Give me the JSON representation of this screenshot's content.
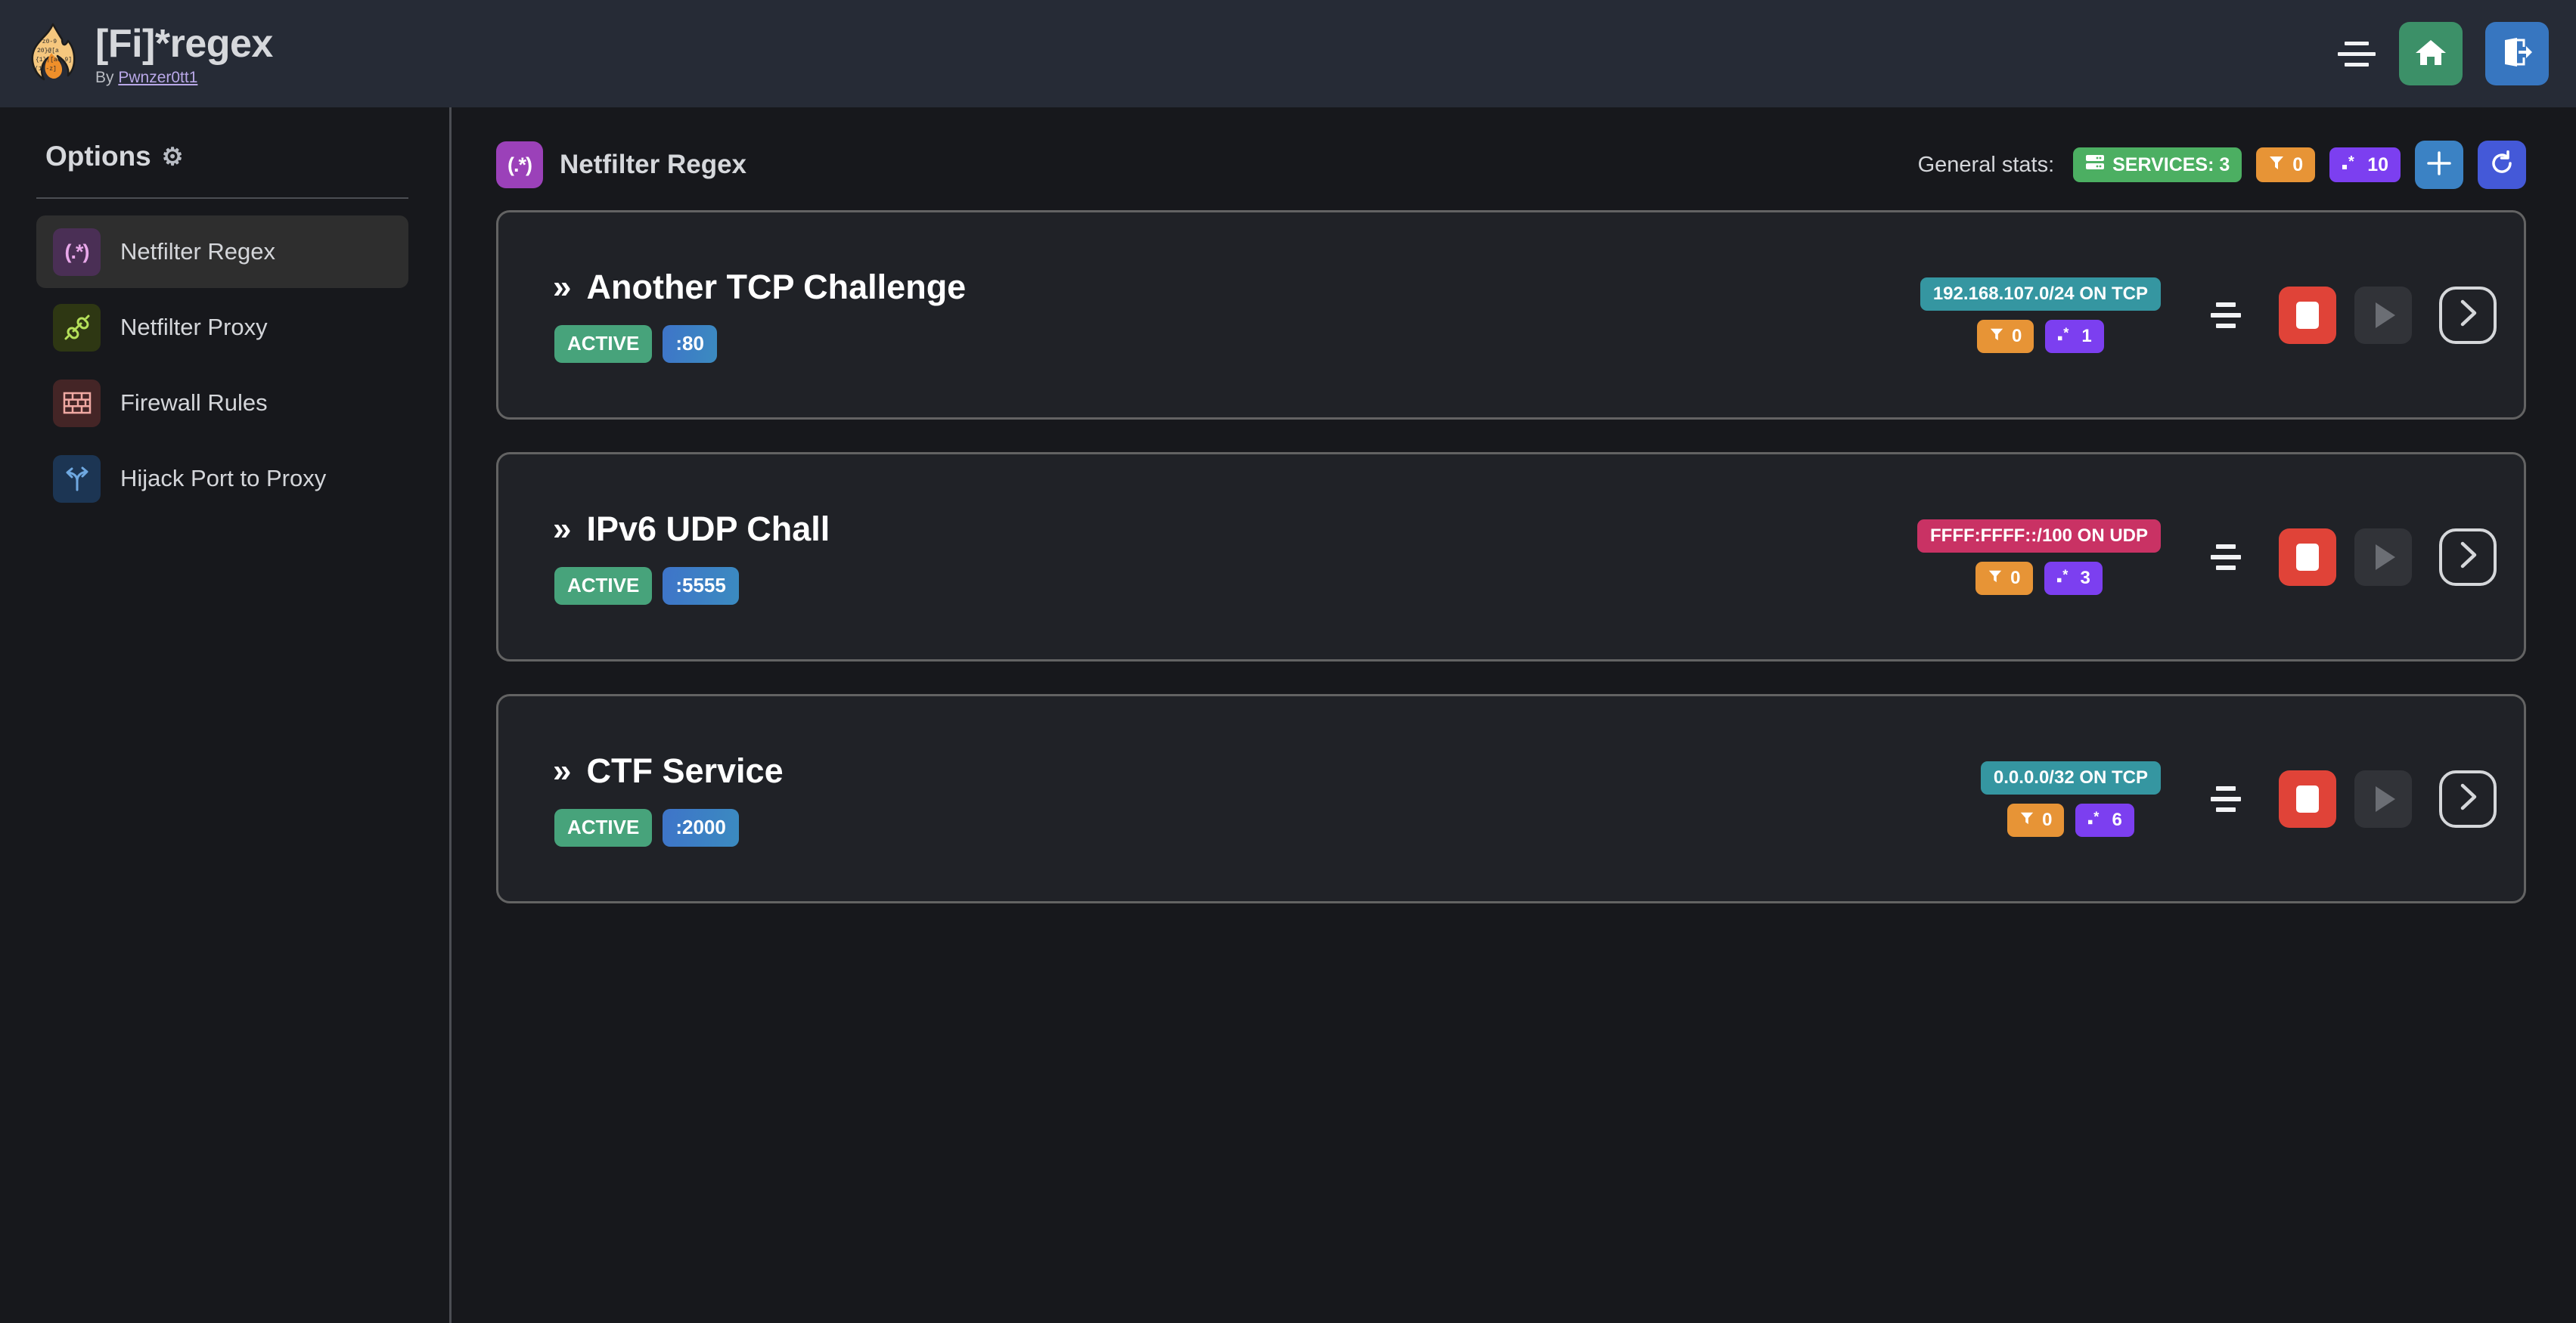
{
  "header": {
    "title": "[Fi]*regex",
    "by_prefix": "By ",
    "author": "Pwnzer0tt1",
    "logo_icon": "flame-logo",
    "menu_icon": "hamburger-icon",
    "home_icon": "home-icon",
    "logout_icon": "logout-icon"
  },
  "sidebar": {
    "heading": "Options",
    "gear_icon": "⚙",
    "items": [
      {
        "label": "Netfilter Regex",
        "icon": "regex-icon",
        "glyph": "(.*)",
        "active": true
      },
      {
        "label": "Netfilter Proxy",
        "icon": "plug-icon",
        "glyph": "",
        "active": false
      },
      {
        "label": "Firewall Rules",
        "icon": "brick-wall-icon",
        "glyph": "",
        "active": false
      },
      {
        "label": "Hijack Port to Proxy",
        "icon": "branch-arrow-icon",
        "glyph": "",
        "active": false
      }
    ]
  },
  "main": {
    "page_title": "Netfilter Regex",
    "page_title_glyph": "(.*)",
    "stats_label": "General stats:",
    "stats": {
      "services_label": "SERVICES: 3",
      "services_icon": "server-icon",
      "filters_count": "0",
      "filters_icon": "funnel-icon",
      "regex_count": "10",
      "regex_icon": "regex-dot-star-icon"
    },
    "add_button_icon": "plus-icon",
    "refresh_button_icon": "refresh-icon"
  },
  "services": [
    {
      "name": "Another TCP Challenge",
      "chevron": "»",
      "status": "ACTIVE",
      "port": ":80",
      "network": "192.168.107.0/24 ON TCP",
      "network_proto": "tcp",
      "filters_count": "0",
      "regex_count": "1",
      "settings_icon": "settings-lines-icon",
      "stop_icon": "stop-icon",
      "play_icon": "play-icon",
      "details_icon": "chevron-right-icon"
    },
    {
      "name": "IPv6 UDP Chall",
      "chevron": "»",
      "status": "ACTIVE",
      "port": ":5555",
      "network": "FFFF:FFFF::/100 ON UDP",
      "network_proto": "udp",
      "filters_count": "0",
      "regex_count": "3",
      "settings_icon": "settings-lines-icon",
      "stop_icon": "stop-icon",
      "play_icon": "play-icon",
      "details_icon": "chevron-right-icon"
    },
    {
      "name": "CTF Service",
      "chevron": "»",
      "status": "ACTIVE",
      "port": ":2000",
      "network": "0.0.0.0/32 ON TCP",
      "network_proto": "tcp",
      "filters_count": "0",
      "regex_count": "6",
      "settings_icon": "settings-lines-icon",
      "stop_icon": "stop-icon",
      "play_icon": "play-icon",
      "details_icon": "chevron-right-icon"
    }
  ],
  "colors": {
    "header_bg": "#262b36",
    "page_bg": "#17181c",
    "card_bg": "#202227",
    "accent_green": "#4caf62",
    "accent_orange": "#e79436",
    "accent_purple": "#7c3ff0",
    "accent_teal": "#3596a1",
    "accent_crimson": "#c93264",
    "accent_red": "#e04338",
    "accent_blue": "#3b82c4"
  }
}
